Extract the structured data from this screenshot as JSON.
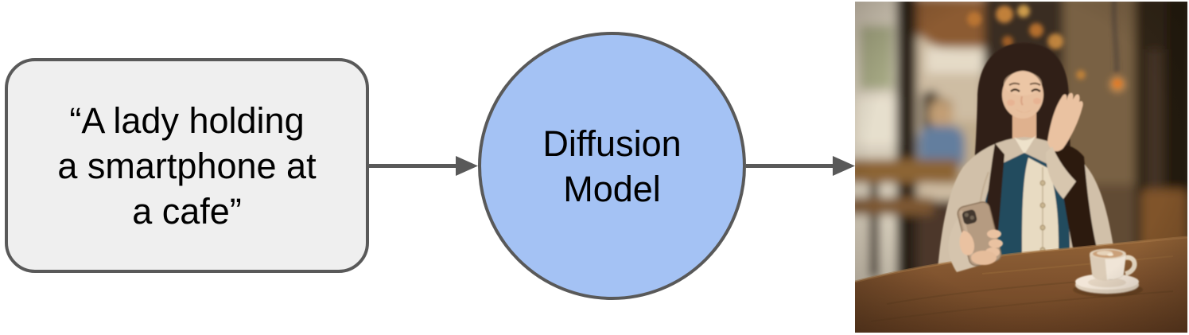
{
  "diagram": {
    "prompt_box": {
      "lines": [
        "“A lady holding",
        "a smartphone at",
        "a cafe”"
      ],
      "fill": "#efefef",
      "border_color": "#595959"
    },
    "model_node": {
      "lines": [
        "Diffusion",
        "Model"
      ],
      "fill": "#a4c2f4",
      "border_color": "#595959"
    },
    "arrow": {
      "color": "#595959"
    },
    "output_image": {
      "alt": "A smiling young woman with long dark hair sits at a wooden cafe table holding a smartphone in one hand and touching her cheek with the other, wearing a beige blazer over a navy vest and cream blouse, with a cappuccino cup on a saucer beside her and a blurred cafe interior with warm bokeh lights behind"
    }
  }
}
